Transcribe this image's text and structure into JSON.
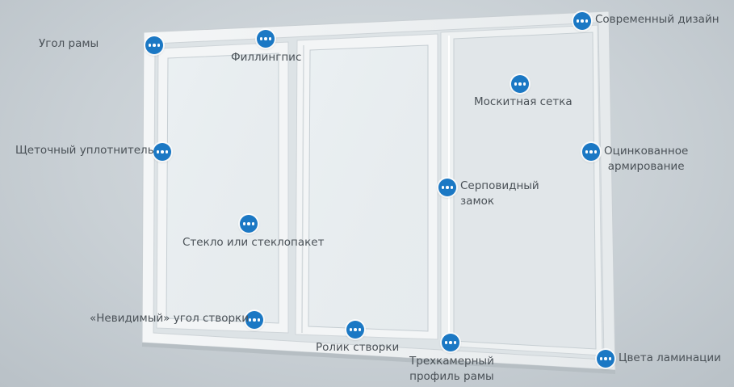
{
  "hotspots": {
    "frame_corner": "Угол рамы",
    "filling": "Филлингпис",
    "modern_design": "Современный дизайн",
    "mosquito_net": "Москитная сетка",
    "brush_seal": "Щеточный уплотнитель",
    "galvanized_reinforcement": [
      "Оцинкованное",
      "армирование"
    ],
    "crescent_lock": [
      "Серповидный",
      "замок"
    ],
    "glass": "Стекло или стеклопакет",
    "invisible_corner": "«Невидимый» угол створки",
    "sash_roller": "Ролик створки",
    "three_chamber_profile": [
      "Трехкамерный",
      "профиль рамы"
    ],
    "lamination_colors": "Цвета ламинации"
  },
  "icon": "more-dots-icon",
  "colors": {
    "accent": "#1b78c4",
    "text": "#4a5157",
    "background": "#c9d0d5"
  }
}
